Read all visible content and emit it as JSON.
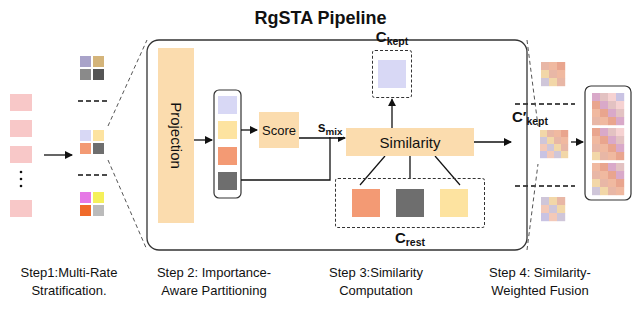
{
  "diagram": {
    "title": "RgSTA Pipeline",
    "nodes": [
      {
        "text": [
          "Projection"
        ]
      },
      {
        "text": [
          "Score"
        ]
      },
      {
        "text": [
          "Similarity"
        ]
      },
      {
        "text": [
          "Ckept"
        ]
      },
      {
        "text": [
          "Crest"
        ]
      }
    ],
    "edges": [
      {
        "from": 1,
        "to": 2,
        "label": "smix",
        "arrow": "to"
      },
      {
        "from": 2,
        "to": 3,
        "arrow": "to"
      },
      {
        "from": 2,
        "to": 4,
        "arrow": "none"
      }
    ],
    "labels": [
      "C′kept",
      "Step1:Multi-Rate Stratification.",
      "Step 2: Importance-Aware Partitioning",
      "Step 3:Similarity Computation",
      "Step 4: Similarity-Weighted Fusion"
    ]
  }
}
